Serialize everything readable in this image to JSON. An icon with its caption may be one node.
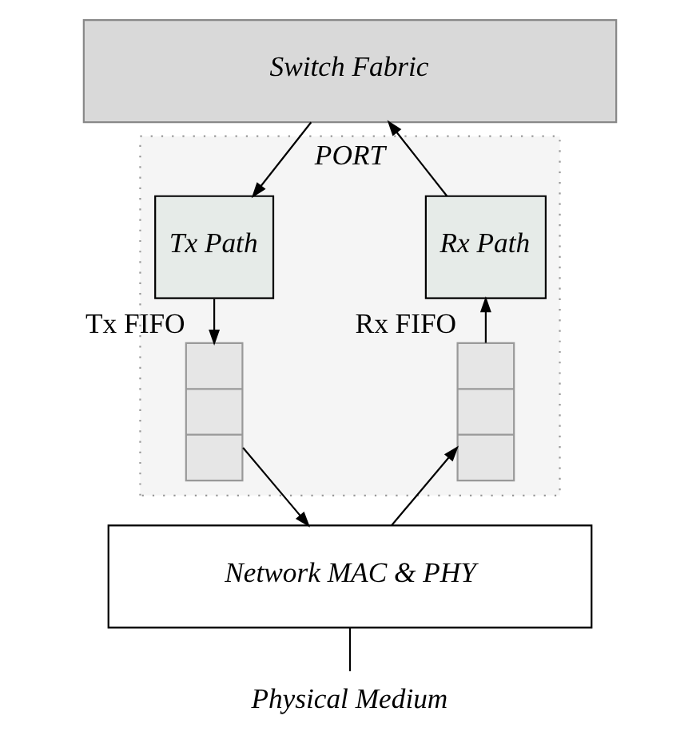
{
  "diagram": {
    "nodes": [
      {
        "text": [
          "Switch Fabric"
        ]
      },
      {
        "text": [
          "PORT"
        ]
      },
      {
        "text": [
          "Rx Path"
        ],
        "in": 1
      },
      {
        "text": [
          "Tx Path"
        ],
        "in": 1
      },
      {
        "text": [],
        "shape": "box",
        "beside": [
          "Rx FIFO"
        ],
        "in": 1
      },
      {
        "text": [],
        "shape": "box",
        "beside": [
          "Tx FIFO"
        ],
        "in": 1
      },
      {
        "text": [
          "Network MAC & PHY"
        ]
      },
      {
        "text": [
          "Physical Medium"
        ]
      }
    ],
    "edges": [
      {
        "from": 2,
        "to": 0,
        "arrow": "to"
      },
      {
        "from": 0,
        "to": 3,
        "arrow": "to"
      },
      {
        "from": 4,
        "to": 2,
        "arrow": "to"
      },
      {
        "from": 3,
        "to": 5,
        "arrow": "to"
      },
      {
        "from": 6,
        "to": 4,
        "arrow": "to"
      },
      {
        "from": 5,
        "to": 6,
        "arrow": "to"
      },
      {
        "from": 6,
        "to": 7,
        "arrow": "none"
      }
    ]
  }
}
